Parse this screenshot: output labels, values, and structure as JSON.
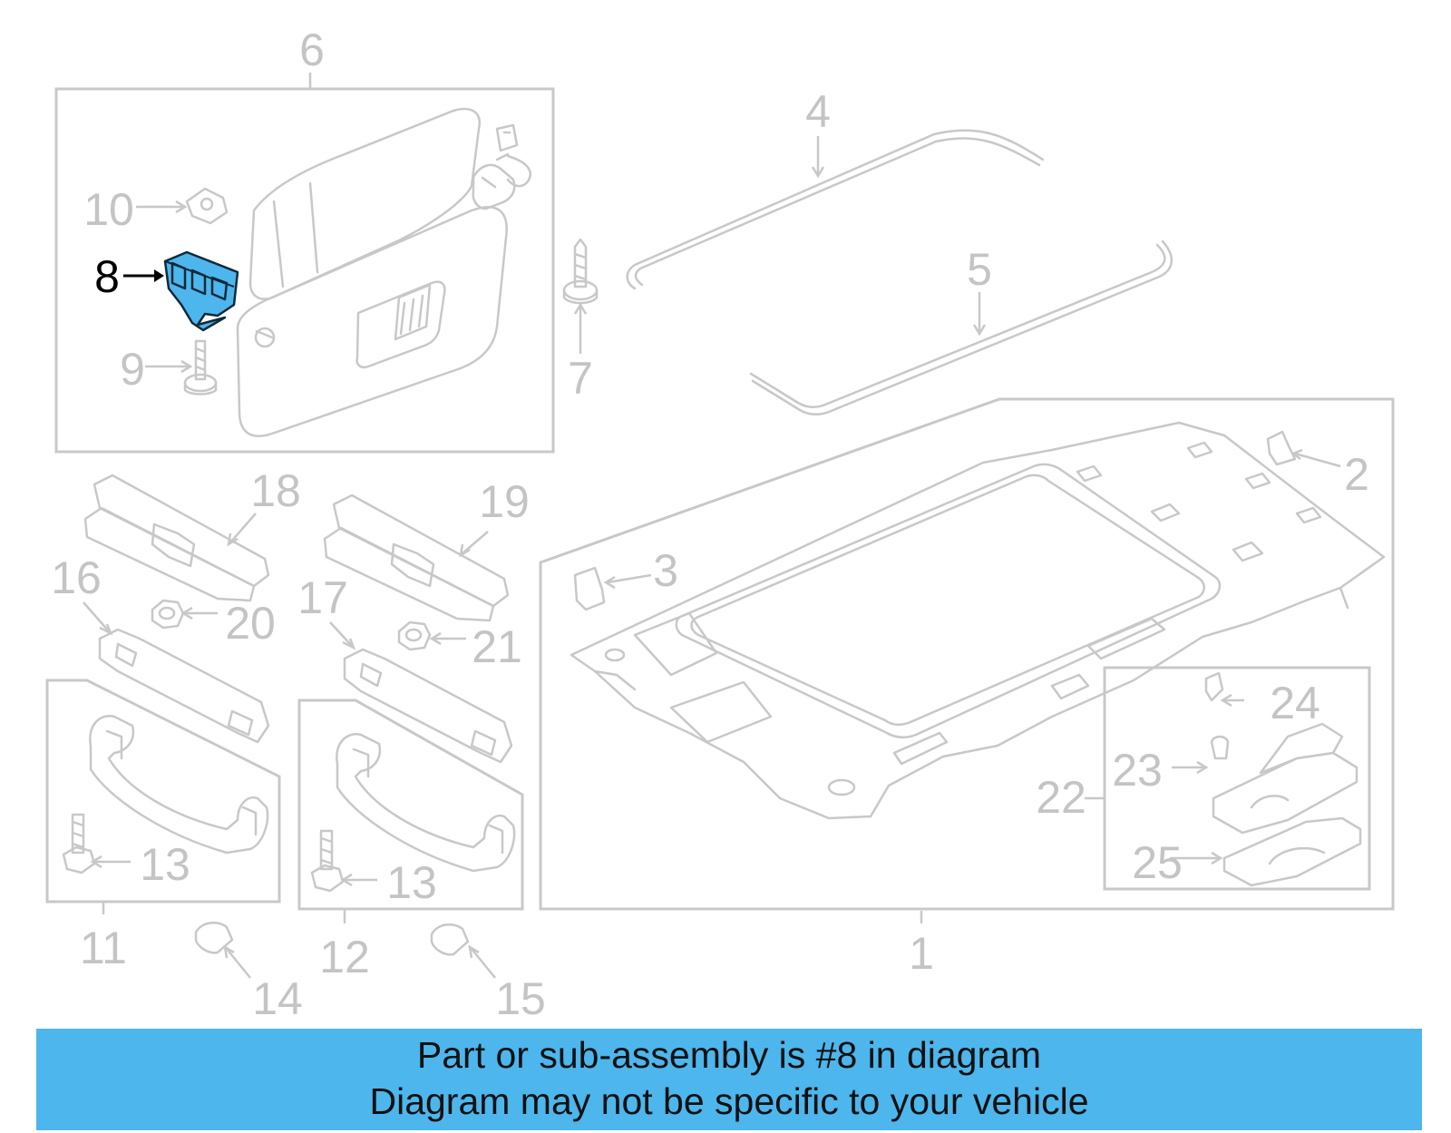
{
  "colors": {
    "line": "#c8c8c8",
    "highlight": "#4db6ec",
    "banner": "#4db6ec",
    "text": "#111111"
  },
  "highlighted_callout": "8",
  "callouts": [
    {
      "id": "c1",
      "label": "1"
    },
    {
      "id": "c2",
      "label": "2"
    },
    {
      "id": "c3",
      "label": "3"
    },
    {
      "id": "c4",
      "label": "4"
    },
    {
      "id": "c5",
      "label": "5"
    },
    {
      "id": "c6",
      "label": "6"
    },
    {
      "id": "c7",
      "label": "7"
    },
    {
      "id": "c8",
      "label": "8"
    },
    {
      "id": "c9",
      "label": "9"
    },
    {
      "id": "c10",
      "label": "10"
    },
    {
      "id": "c11",
      "label": "11"
    },
    {
      "id": "c12",
      "label": "12"
    },
    {
      "id": "c13a",
      "label": "13"
    },
    {
      "id": "c13b",
      "label": "13"
    },
    {
      "id": "c14",
      "label": "14"
    },
    {
      "id": "c15",
      "label": "15"
    },
    {
      "id": "c16",
      "label": "16"
    },
    {
      "id": "c17",
      "label": "17"
    },
    {
      "id": "c18",
      "label": "18"
    },
    {
      "id": "c19",
      "label": "19"
    },
    {
      "id": "c20",
      "label": "20"
    },
    {
      "id": "c21",
      "label": "21"
    },
    {
      "id": "c22",
      "label": "22"
    },
    {
      "id": "c23",
      "label": "23"
    },
    {
      "id": "c24",
      "label": "24"
    },
    {
      "id": "c25",
      "label": "25"
    }
  ],
  "banner": {
    "line1": "Part or sub-assembly is #8 in diagram",
    "line2": "Diagram may not be specific to your vehicle"
  }
}
